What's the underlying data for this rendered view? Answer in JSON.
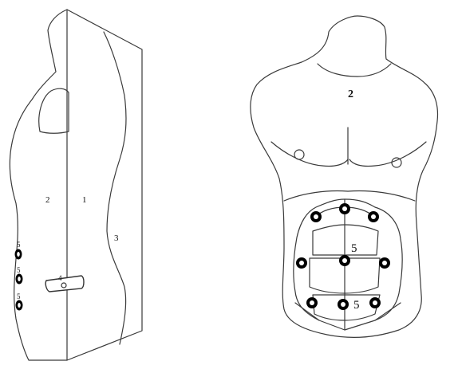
{
  "side_view": {
    "label_1": "1",
    "label_2": "2",
    "label_3": "3",
    "label_4": "4",
    "electrode_labels": [
      "5",
      "5",
      "5"
    ]
  },
  "front_view": {
    "chest_label": "2",
    "abdomen_label_upper": "5",
    "abdomen_label_lower": "5",
    "electrode_count": 9
  },
  "colors": {
    "outline": "#3a3a3a",
    "electrode": "#000000"
  }
}
